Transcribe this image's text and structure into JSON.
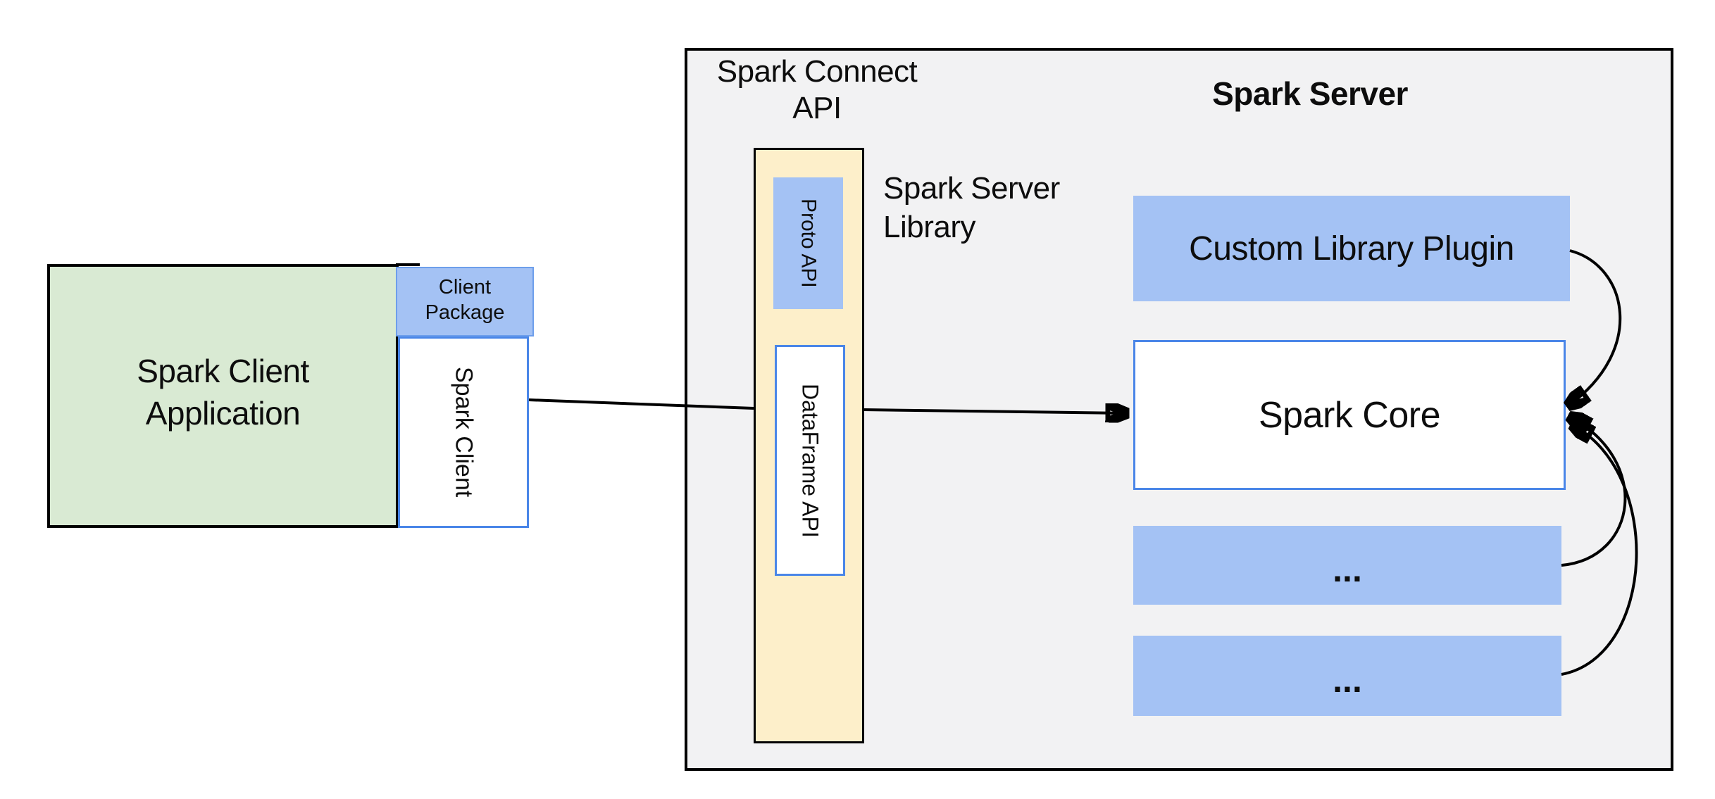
{
  "diagram": {
    "client": {
      "application_label": "Spark Client\nApplication",
      "package_label": "Client\nPackage",
      "client_label": "Spark Client"
    },
    "connect": {
      "api_label": "Spark Connect\nAPI",
      "proto_label": "Proto API",
      "dataframe_label": "DataFrame API",
      "server_library_label": "Spark Server\nLibrary"
    },
    "server": {
      "title": "Spark Server",
      "plugin_label": "Custom Library Plugin",
      "core_label": "Spark Core",
      "ellipsis": "..."
    },
    "colors": {
      "background": "#ffffff",
      "server_container_fill": "#f2f2f3",
      "client_app_fill": "#d9ead3",
      "blue_fill": "#a4c2f4",
      "blue_border": "#4a86e8",
      "package_border": "#6d9eeb",
      "connect_box_fill": "#fdefca",
      "outline": "#000000",
      "text": "#0d0d0d"
    }
  }
}
